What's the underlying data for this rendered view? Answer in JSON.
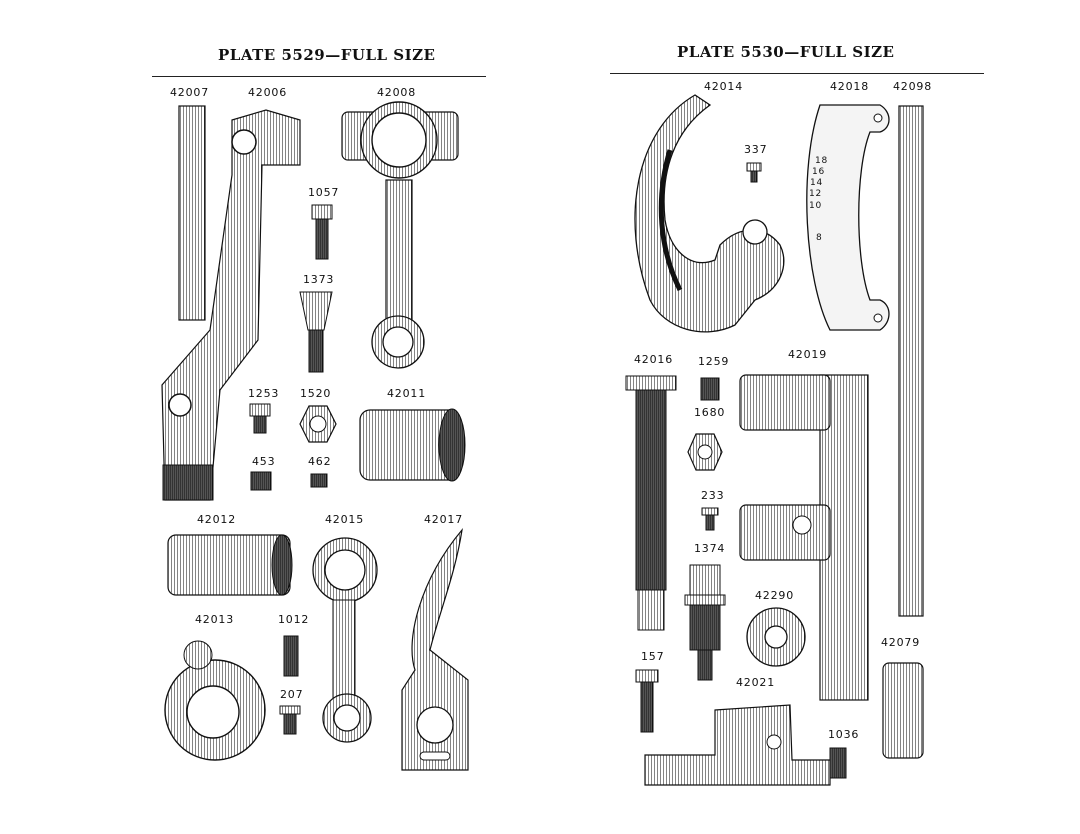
{
  "left_plate": {
    "title": "PLATE 5529—FULL SIZE",
    "parts": [
      "42007",
      "42006",
      "42008",
      "1057",
      "1373",
      "1253",
      "1520",
      "42011",
      "453",
      "462",
      "42012",
      "42015",
      "42017",
      "42013",
      "1012",
      "207"
    ]
  },
  "right_plate": {
    "title": "PLATE 5530—FULL SIZE",
    "parts": [
      "42014",
      "42018",
      "42098",
      "337",
      "42016",
      "1259",
      "42019",
      "1680",
      "233",
      "1374",
      "42290",
      "157",
      "42021",
      "42079",
      "1036"
    ],
    "scale_marks": [
      "18",
      "16",
      "14",
      "12",
      "10",
      "8"
    ]
  }
}
